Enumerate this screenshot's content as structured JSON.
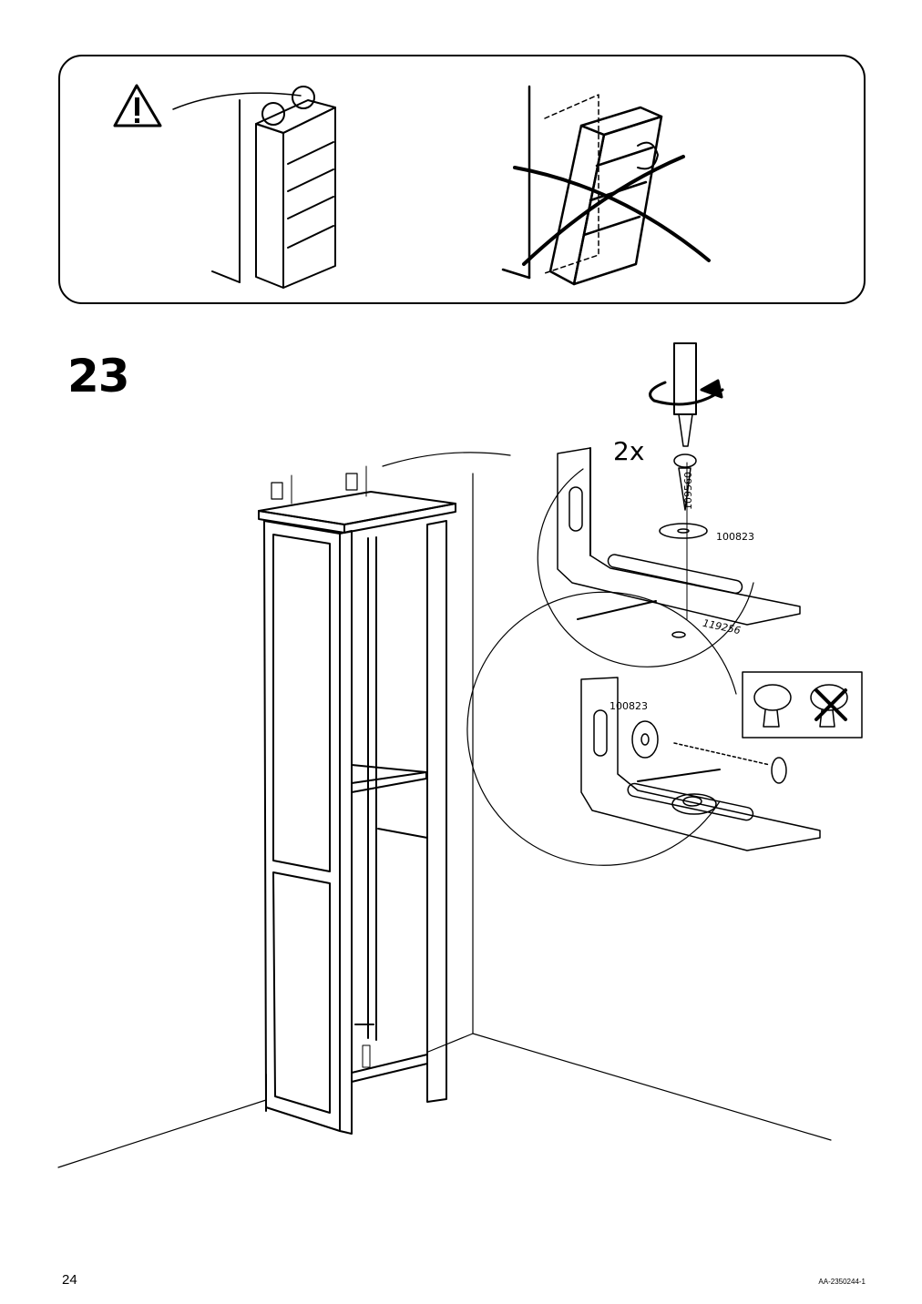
{
  "step": {
    "number": "23"
  },
  "quantity_label": "2x",
  "parts": {
    "screw": "109560",
    "washer_top": "100823",
    "plug": "119256",
    "washer_bottom": "100823"
  },
  "footer": {
    "page_number": "24",
    "document_code": "AA-2350244-1"
  },
  "icons": [
    "warning-triangle-icon",
    "cross-out-icon",
    "rotate-arrow-icon"
  ]
}
